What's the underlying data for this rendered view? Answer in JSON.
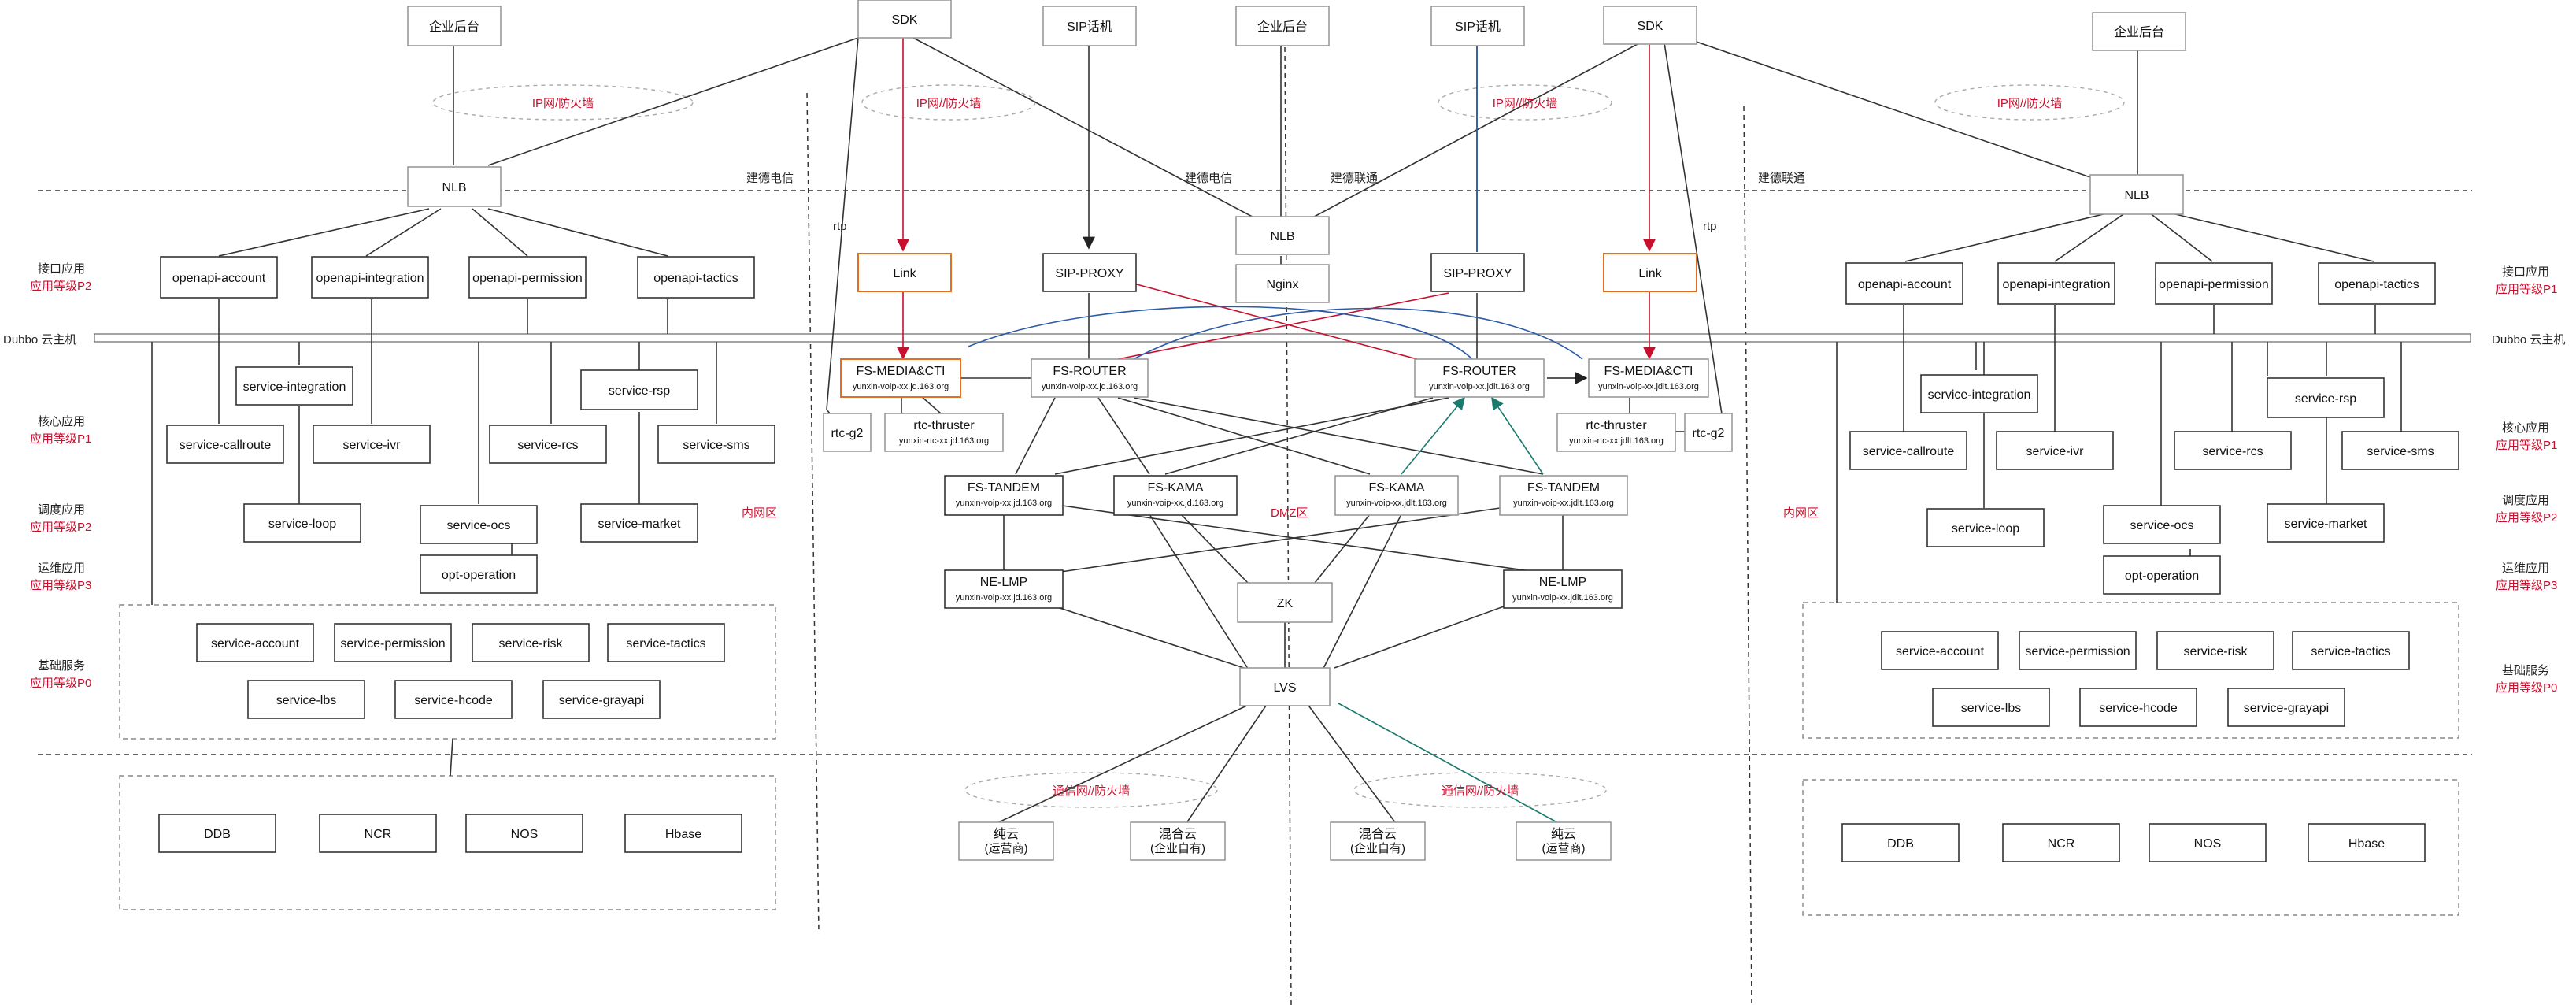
{
  "labels": {
    "enterprise_backend": "企业后台",
    "sdk": "SDK",
    "sip_phone": "SIP话机",
    "ip_firewall": "IP网/防火墙",
    "ip_firewall_2": "IP网//防火墙",
    "comm_firewall": "通信网//防火墙",
    "nlb": "NLB",
    "nginx": "Nginx",
    "link": "Link",
    "sip_proxy": "SIP-PROXY",
    "jiande_telecom": "建德电信",
    "jiande_unicom": "建德联通",
    "rtp": "rtp",
    "dubbo": "Dubbo 云主机",
    "intranet": "内网区",
    "dmz": "DMZ区",
    "api_app": "接口应用",
    "api_level": "应用等级P2",
    "core_app": "核心应用",
    "core_level": "应用等级P1",
    "sched_app": "调度应用",
    "sched_level": "应用等级P2",
    "ops_app": "运维应用",
    "ops_level": "应用等级P3",
    "base_svc": "基础服务",
    "base_level": "应用等级P0",
    "openapi_account": "openapi-account",
    "openapi_integration": "openapi-integration",
    "openapi_permission": "openapi-permission",
    "openapi_tactics": "openapi-tactics",
    "service_integration": "service-integration",
    "service_rsp": "service-rsp",
    "service_callroute": "service-callroute",
    "service_ivr": "service-ivr",
    "service_rcs": "service-rcs",
    "service_sms": "service-sms",
    "service_loop": "service-loop",
    "service_ocs": "service-ocs",
    "service_market": "service-market",
    "opt_operation": "opt-operation",
    "service_account": "service-account",
    "service_permission": "service-permission",
    "service_risk": "service-risk",
    "service_tactics": "service-tactics",
    "service_lbs": "service-lbs",
    "service_hcode": "service-hcode",
    "service_grayapi": "service-grayapi",
    "ddb": "DDB",
    "ncr": "NCR",
    "nos": "NOS",
    "hbase": "Hbase",
    "fs_media_cti": "FS-MEDIA&CTI",
    "fs_router": "FS-ROUTER",
    "fs_tandem": "FS-TANDEM",
    "fs_kama": "FS-KAMA",
    "ne_lmp": "NE-LMP",
    "rtc_g2": "rtc-g2",
    "rtc_thruster": "rtc-thruster",
    "zk": "ZK",
    "lvs": "LVS",
    "host_voip_jd": "yunxin-voip-xx.jd.163.org",
    "host_voip_jdlt": "yunxin-voip-xx.jdlt.163.org",
    "host_rtc_jd": "yunxin-rtc-xx.jd.163.org",
    "host_rtc_jdlt": "yunxin-rtc-xx.jdlt.163.org",
    "pure_cloud": "纯云",
    "pure_cloud_sub": "(运营商)",
    "hybrid_cloud": "混合云",
    "hybrid_cloud_sub": "(企业自有)"
  },
  "colors": {
    "red": "#c8102e",
    "blue": "#2a5aa8",
    "teal": "#1a7a6e",
    "orange": "#e07020",
    "line": "#333333"
  }
}
